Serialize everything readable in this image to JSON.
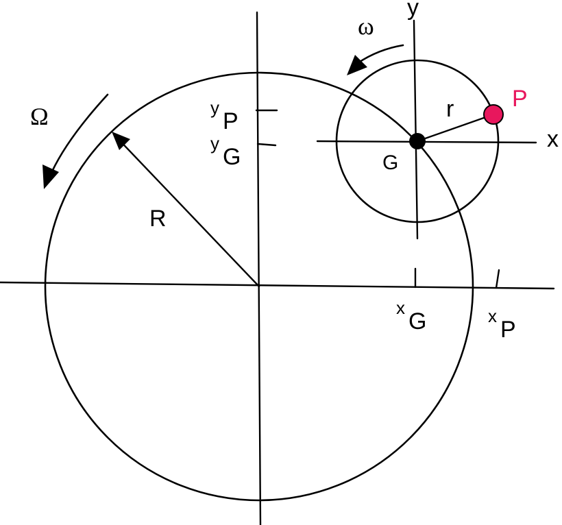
{
  "labels": {
    "big_omega": "Ω",
    "small_omega": "ω",
    "R": "R",
    "r": "r",
    "G": "G",
    "P": "P",
    "x_axis": "x",
    "y_axis": "y",
    "xG_base": "x",
    "xG_sub": "G",
    "xP_base": "x",
    "xP_sub": "P",
    "yP_base": "y",
    "yP_sub": "P",
    "yG_base": "y",
    "yG_sub": "G"
  },
  "colors": {
    "point_p": "#e8175d",
    "line": "#000000",
    "background": "#ffffff"
  }
}
